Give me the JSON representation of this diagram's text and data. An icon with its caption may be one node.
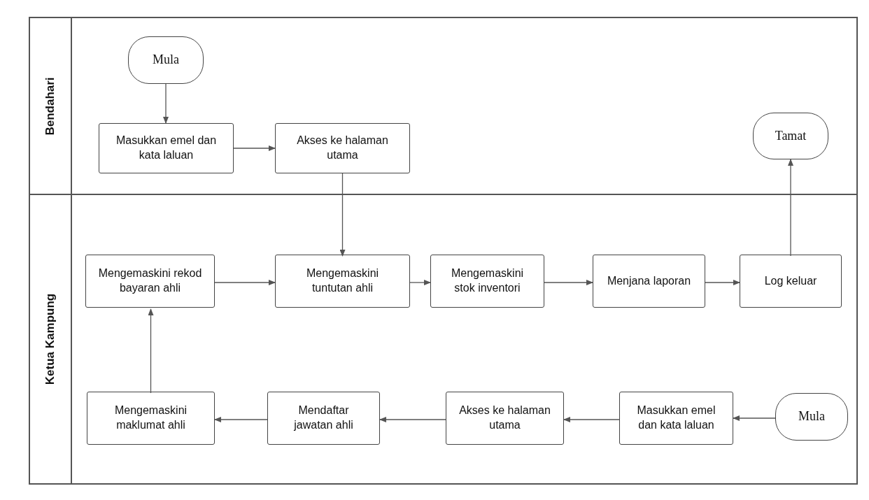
{
  "diagram": {
    "nodes": [
      {
        "text": [
          "Bendahari"
        ]
      },
      {
        "text": [
          "Ketua Kampung"
        ]
      },
      {
        "text": [
          "Mula"
        ],
        "in": 0
      },
      {
        "text": [
          "Masukkan emel dan kata laluan"
        ],
        "in": 0
      },
      {
        "text": [
          "Akses ke halaman utama"
        ],
        "in": 0
      },
      {
        "text": [
          "Tamat"
        ],
        "in": 0
      },
      {
        "text": [
          "Mengemaskini rekod bayaran ahli"
        ],
        "in": 1
      },
      {
        "text": [
          "Mengemaskini tuntutan ahli"
        ],
        "in": 1
      },
      {
        "text": [
          "Mengemaskini stok inventori"
        ],
        "in": 1
      },
      {
        "text": [
          "Menjana laporan"
        ],
        "in": 1
      },
      {
        "text": [
          "Log keluar"
        ],
        "in": 1
      },
      {
        "text": [
          "Mengemaskini maklumat ahli"
        ],
        "in": 1
      },
      {
        "text": [
          "Mendaftar jawatan ahli"
        ],
        "in": 1
      },
      {
        "text": [
          "Akses ke halaman utama"
        ],
        "in": 1
      },
      {
        "text": [
          "Masukkan emel dan kata laluan"
        ],
        "in": 1
      },
      {
        "text": [
          "Mula"
        ],
        "in": 1
      }
    ],
    "edges": [
      {
        "from": 2,
        "to": 3,
        "arrow": "to"
      },
      {
        "from": 3,
        "to": 4,
        "arrow": "to"
      },
      {
        "from": 4,
        "to": 7,
        "arrow": "to"
      },
      {
        "from": 6,
        "to": 7,
        "arrow": "to"
      },
      {
        "from": 7,
        "to": 8,
        "arrow": "to"
      },
      {
        "from": 8,
        "to": 9,
        "arrow": "to"
      },
      {
        "from": 9,
        "to": 10,
        "arrow": "to"
      },
      {
        "from": 10,
        "to": 5,
        "arrow": "to"
      },
      {
        "from": 15,
        "to": 14,
        "arrow": "to"
      },
      {
        "from": 14,
        "to": 13,
        "arrow": "to"
      },
      {
        "from": 13,
        "to": 12,
        "arrow": "to"
      },
      {
        "from": 12,
        "to": 11,
        "arrow": "to"
      },
      {
        "from": 11,
        "to": 6,
        "arrow": "to"
      }
    ]
  }
}
